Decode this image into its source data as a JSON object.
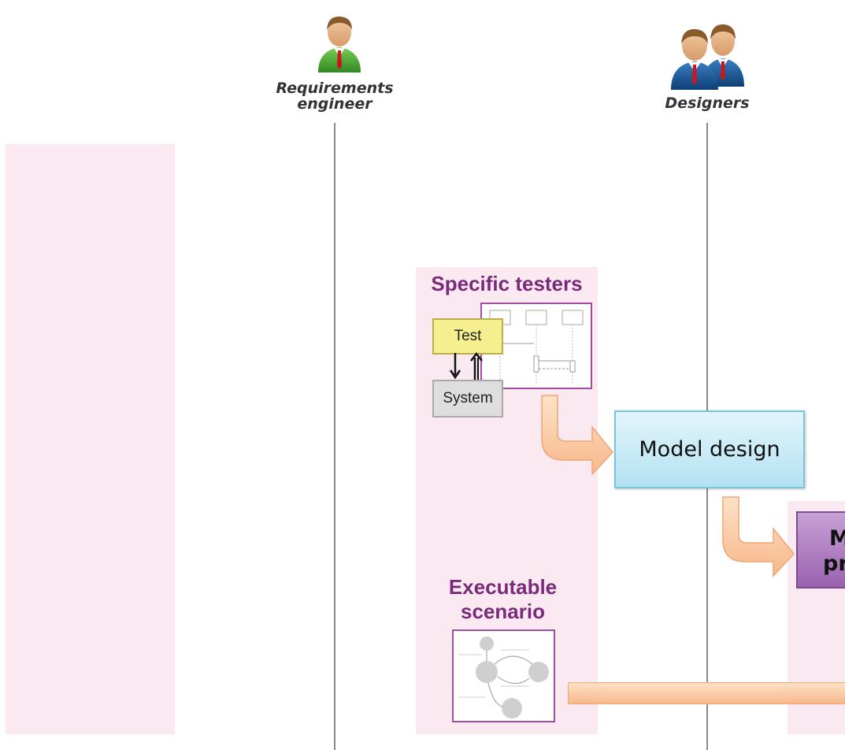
{
  "actors": {
    "requirements_engineer": {
      "label_line1": "Requirements",
      "label_line2": "engineer"
    },
    "designers": {
      "label": "Designers"
    }
  },
  "sections": {
    "specific_testers": {
      "title": "Specific testers",
      "test_label": "Test",
      "system_label": "System"
    },
    "executable_scenario": {
      "title_line1": "Executable",
      "title_line2": "scenario"
    }
  },
  "boxes": {
    "model_design": "Model design",
    "model_prototype_line1": "M",
    "model_prototype_line2": "pr"
  },
  "colors": {
    "band": "#fbe9f2",
    "title_purple": "#7a2a7a",
    "arrow_orange": "#fcc9a2",
    "model_box": "#b4e2f2"
  }
}
